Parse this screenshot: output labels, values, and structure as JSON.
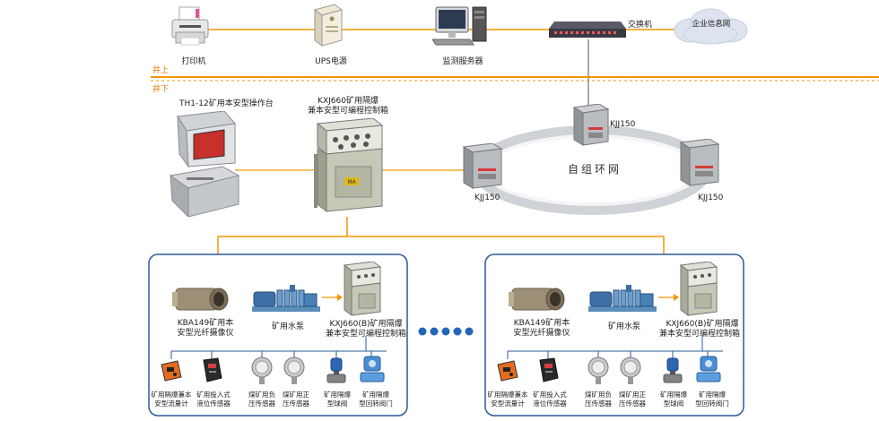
{
  "surface": {
    "above_label": "井上",
    "below_label": "井下",
    "printer": "打印机",
    "ups": "UPS电源",
    "server": "监测服务器",
    "switch": "交换机",
    "cloud": "企业信息网"
  },
  "underground": {
    "console": "TH1-12矿用本安型操作台",
    "controller_line1": "KXJ660矿用隔爆",
    "controller_line2": "兼本安型可编程控制箱",
    "ring_label": "自组环网",
    "kjj_top": "KJJ150",
    "kjj_left": "KJJ150",
    "kjj_right": "KJJ150"
  },
  "substation": {
    "camera_line1": "KBA149矿用本",
    "camera_line2": "安型光纤摄像仪",
    "pump": "矿用水泵",
    "ctrl_line1": "KXJ660(B)矿用隔爆",
    "ctrl_line2": "兼本安型可编程控制箱",
    "sensors": [
      {
        "line1": "矿用隔爆兼本",
        "line2": "安型流量计"
      },
      {
        "line1": "矿用投入式",
        "line2": "液位传感器"
      },
      {
        "line1": "煤矿用负",
        "line2": "压传感器"
      },
      {
        "line1": "煤矿用正",
        "line2": "压传感器"
      },
      {
        "line1": "矿用隔爆",
        "line2": "型球阀"
      },
      {
        "line1": "矿用隔爆",
        "line2": "型回转阀门"
      }
    ]
  },
  "colors": {
    "orange": "#f29600",
    "frame_blue": "#2c5a9a",
    "dots_blue": "#2366b5",
    "box_gray": "#8f8f8f"
  }
}
